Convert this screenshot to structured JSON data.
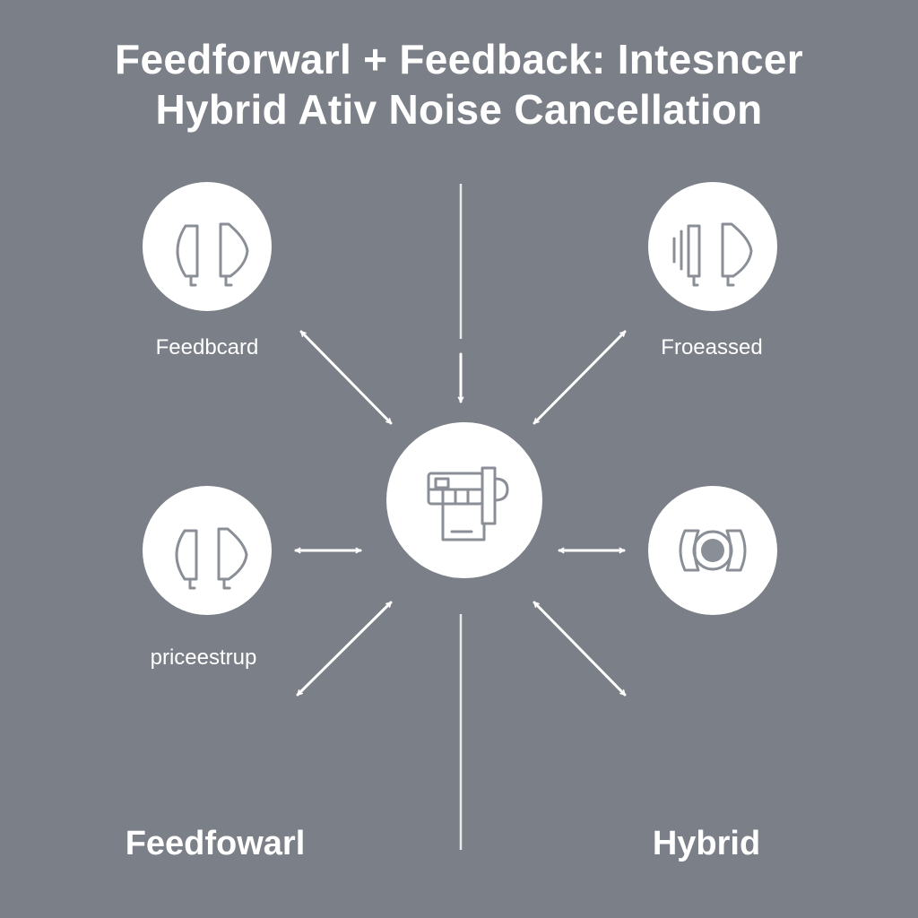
{
  "title": {
    "line1": "Feedforwarl + Feedback: Intesncer",
    "line2": "Hybrid Ativ Noise Cancellation"
  },
  "nodes": {
    "top_left": {
      "label": "Feedbcard",
      "icon": "earbuds-icon"
    },
    "top_right": {
      "label": "Froeassed",
      "icon": "earbuds-sound-waves-icon"
    },
    "mid_left": {
      "label": "priceestrup",
      "icon": "earbuds-icon"
    },
    "mid_right": {
      "label": "",
      "icon": "camera-lens-icon"
    },
    "center": {
      "label": "",
      "icon": "processor-device-icon"
    }
  },
  "sections": {
    "left": "Feedfowarl",
    "right": "Hybrid"
  },
  "colors": {
    "background": "#7b7f87",
    "foreground": "#ffffff",
    "icon_stroke": "#8a8e96"
  }
}
